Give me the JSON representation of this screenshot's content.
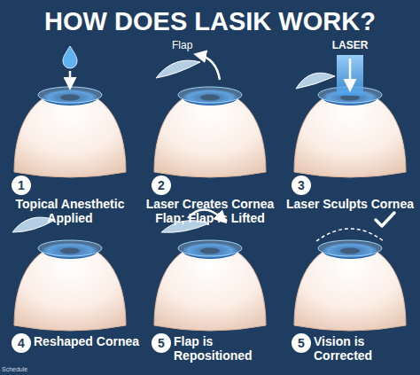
{
  "diagram": {
    "title": "HOW DOES LASIK WORK?",
    "nodes": [
      {
        "text": [
          "1"
        ]
      },
      {
        "text": [
          "2"
        ]
      },
      {
        "text": [
          "3"
        ]
      },
      {
        "text": [
          "4"
        ]
      },
      {
        "text": [
          "5"
        ]
      },
      {
        "text": [
          "5"
        ]
      }
    ],
    "labels": [
      "Topical Anesthetic Applied",
      "Flap",
      "Laser Creates Cornea Flap; Flap is Lifted",
      "LASER",
      "Laser Sculpts Cornea",
      "Reshaped Cornea",
      "Flap is Repositioned",
      "Vision is Corrected",
      "Schedule"
    ]
  }
}
